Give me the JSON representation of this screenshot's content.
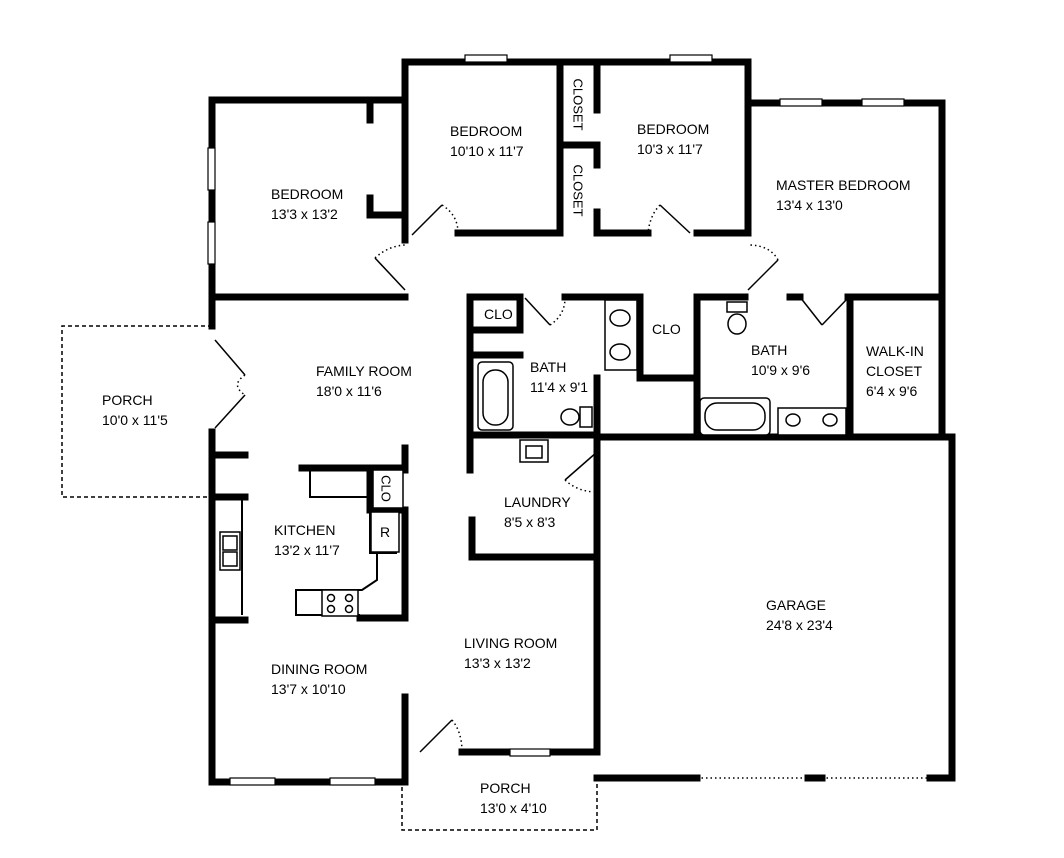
{
  "rooms": {
    "bedroom_1": {
      "name": "BEDROOM",
      "size": "13'3 x 13'2"
    },
    "bedroom_2": {
      "name": "BEDROOM",
      "size": "10'10 x 11'7"
    },
    "bedroom_3": {
      "name": "BEDROOM",
      "size": "10'3 x 11'7"
    },
    "master_bedroom": {
      "name": "MASTER BEDROOM",
      "size": "13'4 x 13'0"
    },
    "porch_side": {
      "name": "PORCH",
      "size": "10'0 x 11'5"
    },
    "family_room": {
      "name": "FAMILY ROOM",
      "size": "18'0 x 11'6"
    },
    "bath_hall": {
      "name": "BATH",
      "size": "11'4 x 9'1"
    },
    "bath_master": {
      "name": "BATH",
      "size": "10'9 x 9'6"
    },
    "walkin_closet": {
      "name_line1": "WALK-IN",
      "name_line2": "CLOSET",
      "size": "6'4 x 9'6"
    },
    "kitchen": {
      "name": "KITCHEN",
      "size": "13'2 x 11'7"
    },
    "laundry": {
      "name": "LAUNDRY",
      "size": "8'5 x 8'3"
    },
    "garage": {
      "name": "GARAGE",
      "size": "24'8 x 23'4"
    },
    "living_room": {
      "name": "LIVING ROOM",
      "size": "13'3 x 13'2"
    },
    "dining_room": {
      "name": "DINING ROOM",
      "size": "13'7 x 10'10"
    },
    "porch_front": {
      "name": "PORCH",
      "size": "13'0 x 4'10"
    }
  },
  "closets": {
    "closet_upper": "CLOSET",
    "closet_lower": "CLOSET",
    "clo_bath": "CLO",
    "clo_hall": "CLO",
    "clo_kitchen": "CLO"
  },
  "fixtures": {
    "refrigerator": "R"
  }
}
